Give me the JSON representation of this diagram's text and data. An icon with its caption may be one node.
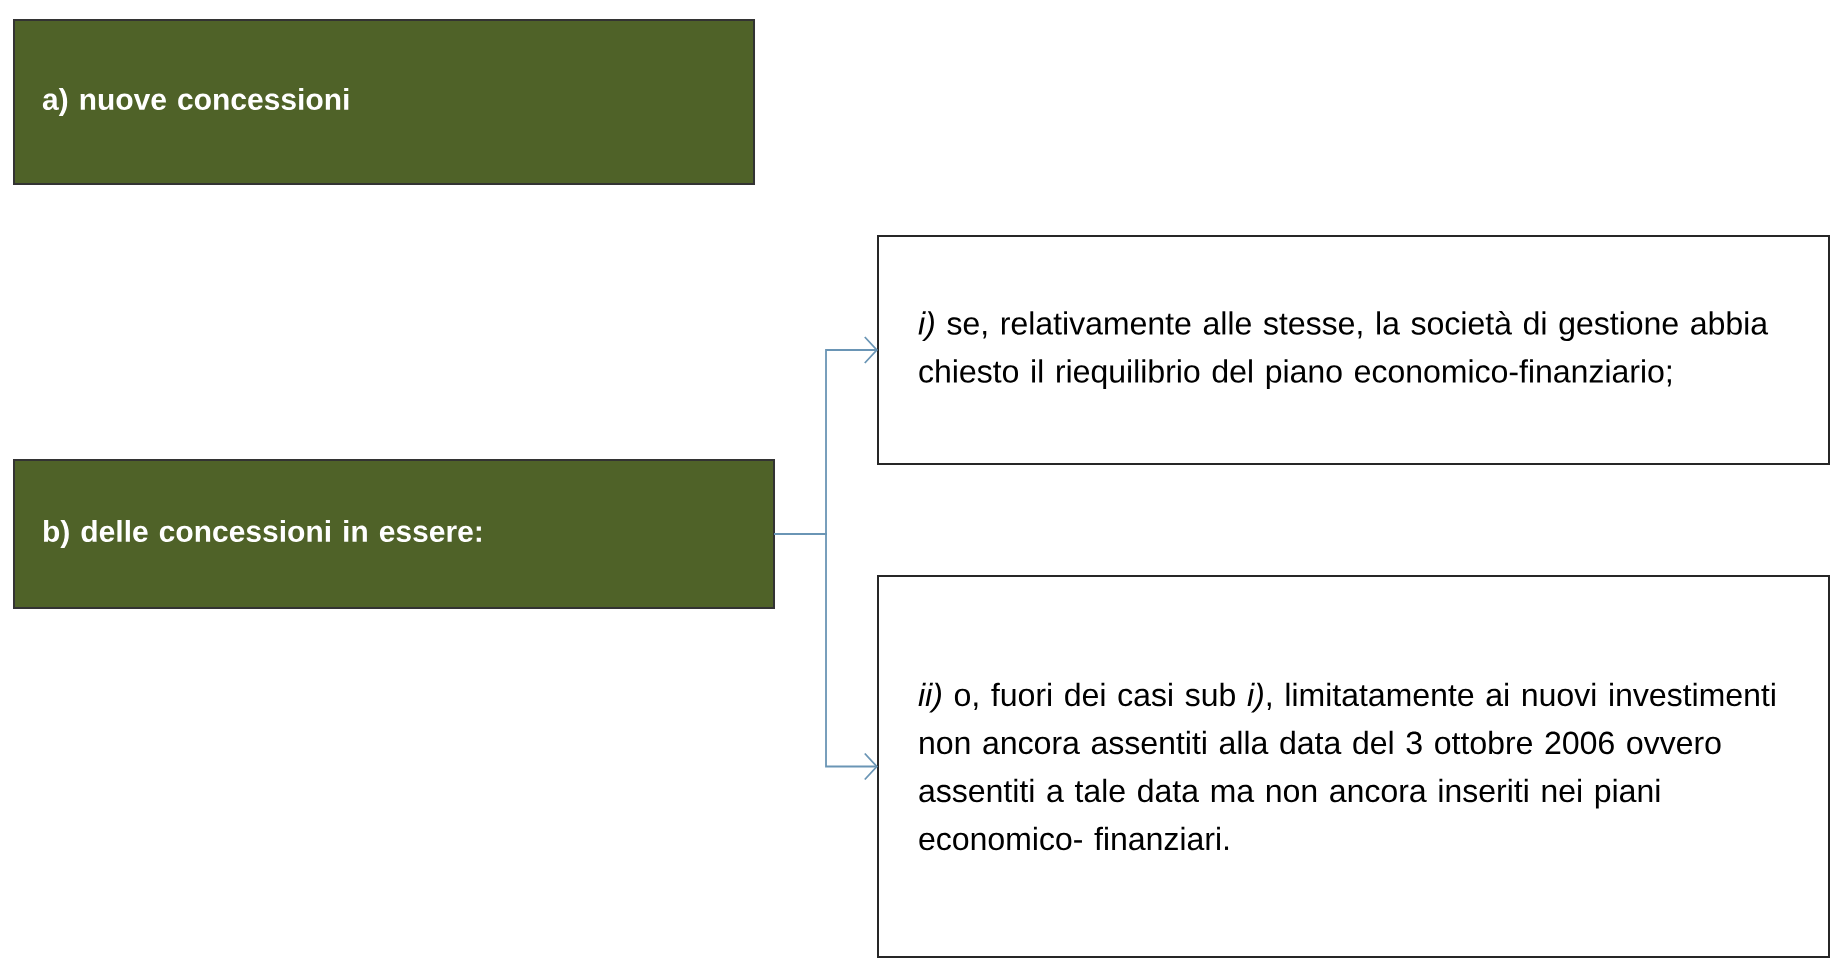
{
  "diagram": {
    "nodes": [
      {
        "text": [
          "a)  nuove concessioni"
        ]
      },
      {
        "text": [
          "b) delle concessioni in essere:"
        ]
      },
      {
        "text": [
          "*i)* se, relativamente alle stesse, la società di gestione abbia chiesto il riequilibrio del piano economico-finanziario;"
        ]
      },
      {
        "text": [
          "*ii)* o, fuori dei casi sub *i)*, limitatamente ai nuovi investimenti non ancora assentiti alla data del 3 ottobre 2006 ovvero assentiti a tale data ma non ancora inseriti nei piani economico- finanziari."
        ]
      }
    ],
    "edges": [
      {
        "from": 1,
        "to": 2,
        "arrow": "to"
      },
      {
        "from": 1,
        "to": 3,
        "arrow": "to"
      }
    ]
  }
}
